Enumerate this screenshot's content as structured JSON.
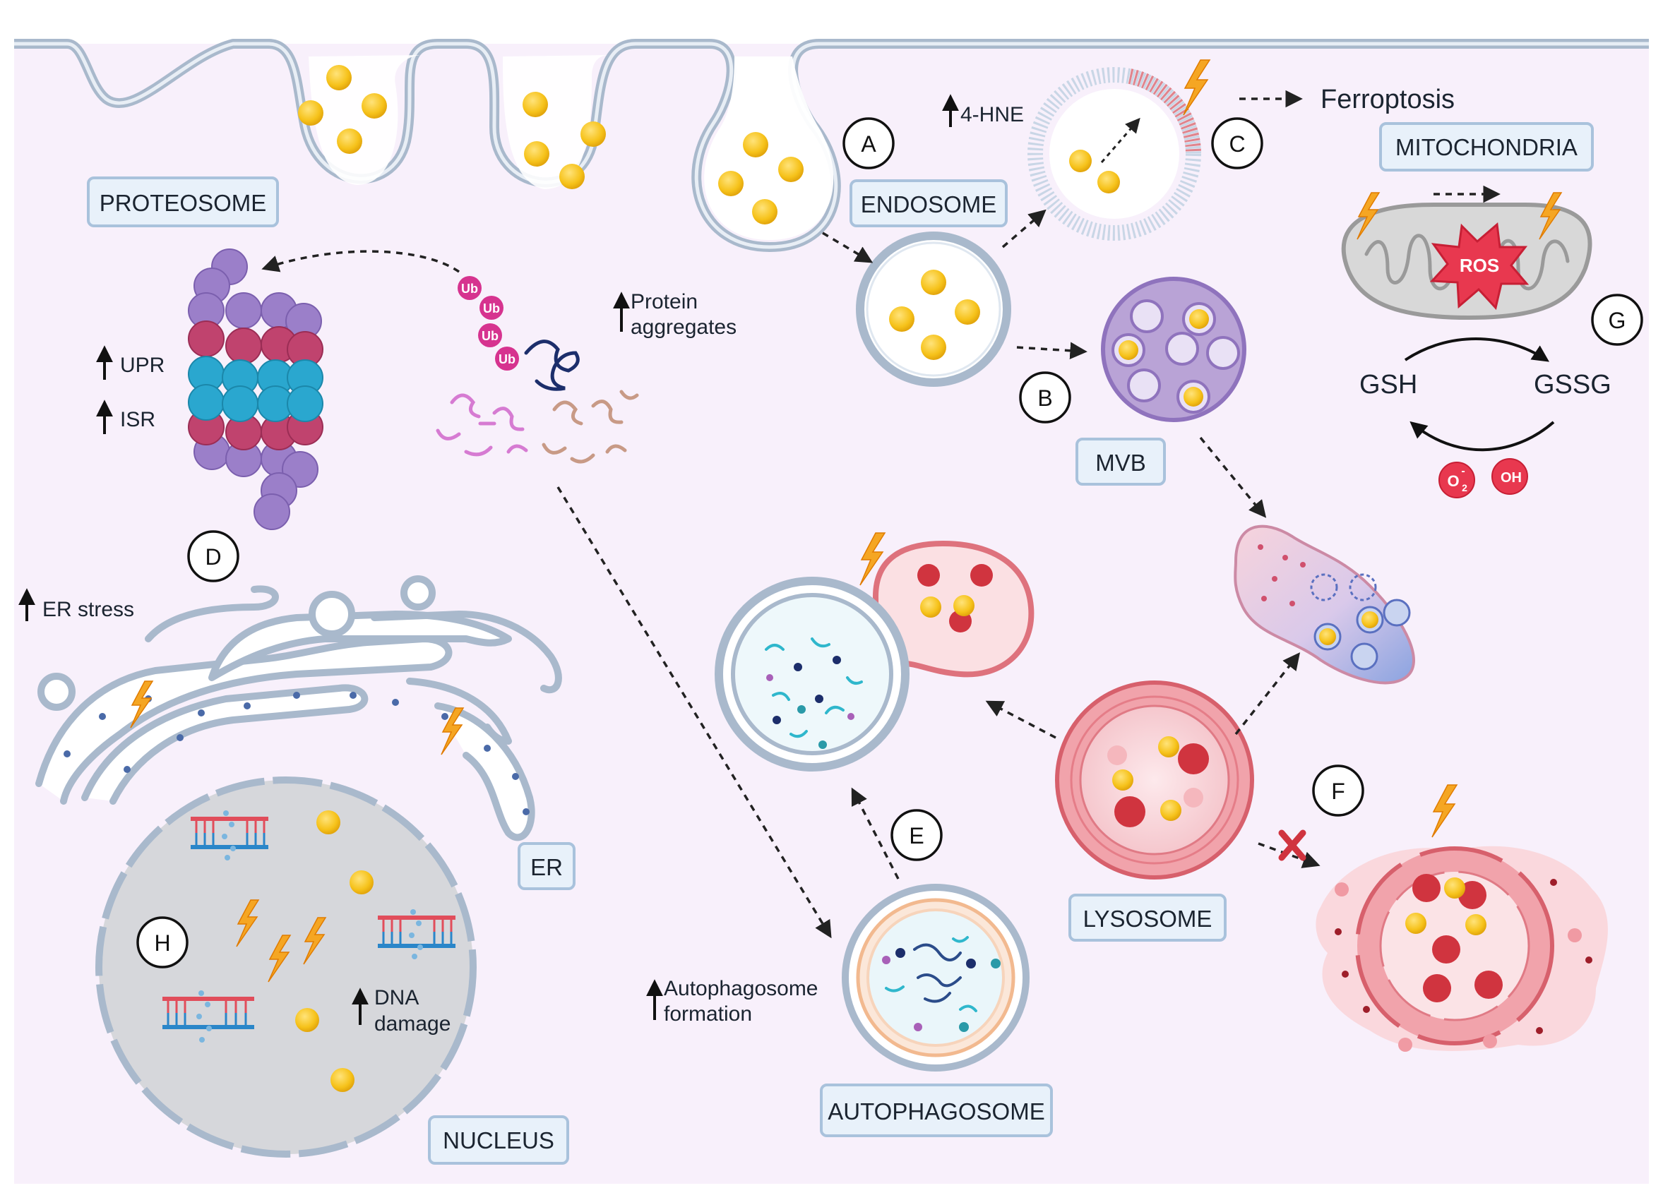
{
  "compartments": {
    "proteosome": "PROTEOSOME",
    "endosome": "ENDOSOME",
    "mitochondria": "MITOCHONDRIA",
    "mvb": "MVB",
    "er": "ER",
    "lysosome": "LYSOSOME",
    "autophagosome": "AUTOPHAGOSOME",
    "nucleus": "NUCLEUS"
  },
  "markers": [
    "A",
    "B",
    "C",
    "D",
    "E",
    "F",
    "G",
    "H"
  ],
  "annotations": {
    "hne": "4-HNE",
    "ferroptosis": "Ferroptosis",
    "protein_line1": "Protein",
    "protein_line2": "aggregates",
    "upr": "UPR",
    "isr": "ISR",
    "er_stress": "ER stress",
    "dna_line1": "DNA",
    "dna_line2": "damage",
    "auto_line1": "Autophagosome",
    "auto_line2": "formation",
    "ros": "ROS",
    "gsh": "GSH",
    "gssg": "GSSG",
    "ub": "Ub",
    "superoxide": "O",
    "superoxide_sub": "2",
    "superoxide_sup": "-",
    "hydroxyl": "OH"
  },
  "colors": {
    "cytoplasm": "#f8f0fb",
    "membrane": "#a9b9cc",
    "nanoparticle": "#f6c21a",
    "lysosome": "#e06b75",
    "mvb": "#b9a3d6",
    "proteasome_purple": "#9b7fc9",
    "proteasome_red": "#c0436e",
    "proteasome_blue": "#2aa7cf",
    "ros": "#e8384f",
    "bolt": "#f5a623"
  }
}
